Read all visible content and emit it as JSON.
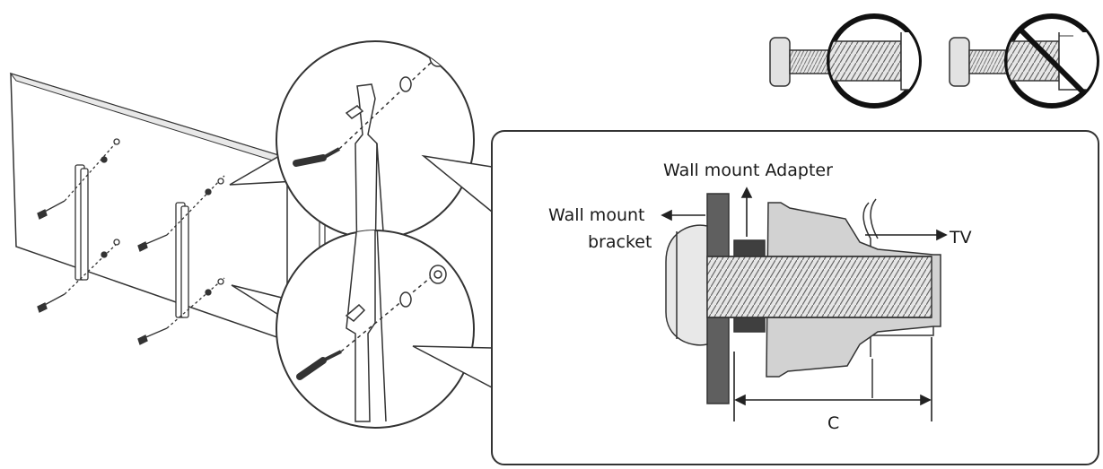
{
  "labels": {
    "wall_mount_adapter": "Wall mount Adapter",
    "wall_mount_bracket_line1": "Wall mount",
    "wall_mount_bracket_line2": "bracket",
    "tv": "TV",
    "dimension_c": "C"
  },
  "colors": {
    "outline": "#333333",
    "bracket_fill": "#5f5f5f",
    "adapter_fill": "#d0d0d0",
    "tv_fill": "#bdbdbd",
    "screw_fill": "#e2e2e2",
    "background": "#ffffff"
  },
  "icons": [
    "screw-correct-icon",
    "screw-incorrect-icon",
    "prohibited-icon"
  ]
}
